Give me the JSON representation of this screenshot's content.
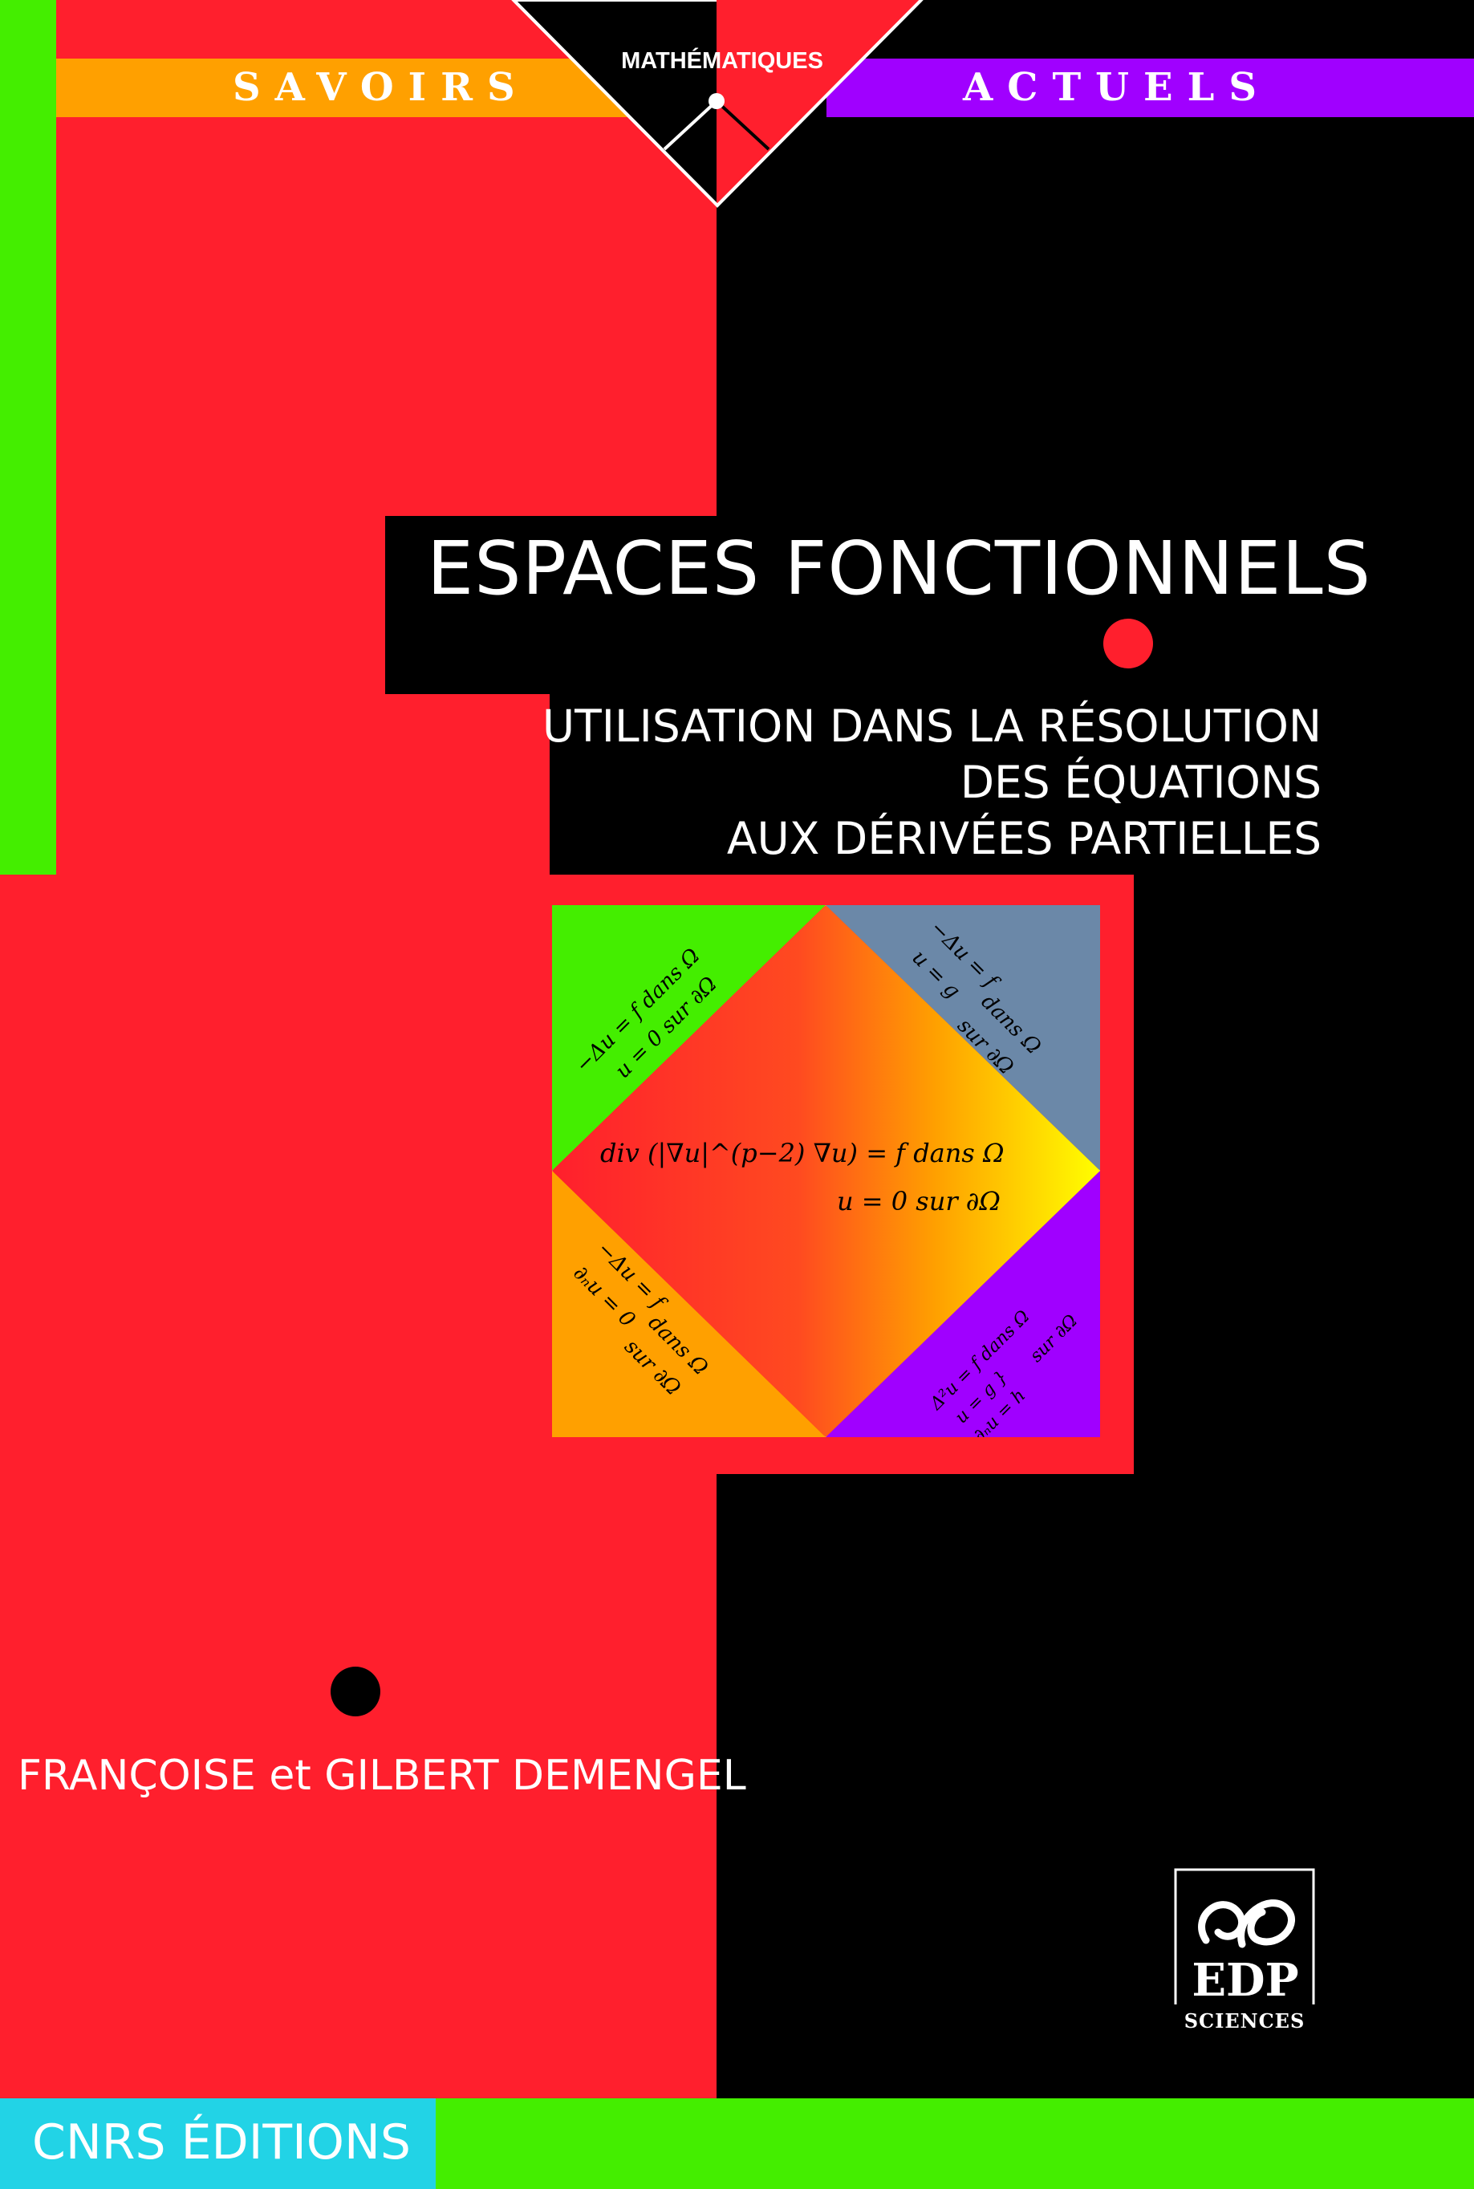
{
  "series": {
    "left_label": "SAVOIRS",
    "right_label": "ACTUELS",
    "subject": "MATHÉMATIQUES"
  },
  "book": {
    "title": "ESPACES FONCTIONNELS",
    "subtitle_lines": [
      "UTILISATION DANS LA RÉSOLUTION",
      "DES ÉQUATIONS",
      "AUX DÉRIVÉES PARTIELLES"
    ],
    "authors": "FRANÇOISE et GILBERT DEMENGEL"
  },
  "figure": {
    "center_line1": "div (|∇u|^(p−2) ∇u) = f   dans Ω",
    "center_line2": "u = 0   sur ∂Ω",
    "top_left_line1": "−Δu = f   dans Ω",
    "top_left_line2": "u = 0   sur ∂Ω",
    "top_right_line1": "−Δu = f",
    "top_right_line2": "dans Ω",
    "top_right_line3": "u = g",
    "top_right_line4": "sur ∂Ω",
    "bottom_left_line1": "−Δu = f",
    "bottom_left_line2": "dans Ω",
    "bottom_left_line3": "∂ₙu = 0",
    "bottom_left_line4": "sur ∂Ω",
    "bottom_right_line1": "Δ²u = f   dans Ω",
    "bottom_right_line2": "u = g }",
    "bottom_right_line3": "∂ₙu = h",
    "bottom_right_line4": "sur ∂Ω"
  },
  "publishers": {
    "edp": "EDP",
    "edp_sub": "SCIENCES",
    "cnrs": "CNRS ÉDITIONS"
  },
  "colors": {
    "red": "#ff1f2d",
    "black": "#000000",
    "green": "#44ee00",
    "orange": "#ffa000",
    "purple": "#a000ff",
    "cyan": "#22d3e6",
    "slate": "#6b88a8"
  }
}
